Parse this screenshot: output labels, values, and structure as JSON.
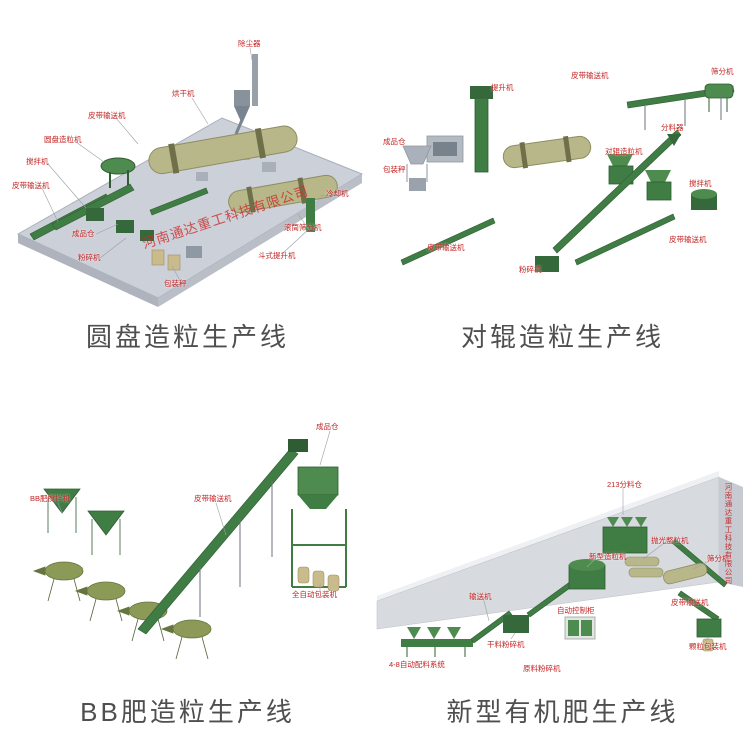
{
  "watermark": {
    "company": "河南通达重工科技有限公司"
  },
  "colors": {
    "machine_green": "#3f7d44",
    "drum_olive": "#b7b78a",
    "platform_gray": "#ccd0d8",
    "label_red": "#c32222",
    "caption_gray": "#4f4f4f",
    "watermark_red": "#cd2d2d"
  },
  "panels": [
    {
      "id": "disc-granulation-line",
      "caption": "圆盘造粒生产线",
      "labels": [
        {
          "text": "除尘器"
        },
        {
          "text": "烘干机"
        },
        {
          "text": "皮带输送机"
        },
        {
          "text": "圆盘造粒机"
        },
        {
          "text": "搅拌机"
        },
        {
          "text": "皮带输送机"
        },
        {
          "text": "成品仓"
        },
        {
          "text": "粉碎机"
        },
        {
          "text": "包装秤"
        },
        {
          "text": "冷却机"
        },
        {
          "text": "滚筒筛分机"
        },
        {
          "text": "斗式提升机"
        }
      ]
    },
    {
      "id": "roller-granulation-line",
      "caption": "对辊造粒生产线",
      "labels": [
        {
          "text": "提升机"
        },
        {
          "text": "皮带输送机"
        },
        {
          "text": "筛分机"
        },
        {
          "text": "分料器"
        },
        {
          "text": "成品仓"
        },
        {
          "text": "包装秤"
        },
        {
          "text": "对辊造粒机"
        },
        {
          "text": "搅拌机"
        },
        {
          "text": "皮带输送机"
        },
        {
          "text": "粉碎机"
        },
        {
          "text": "皮带输送机"
        }
      ]
    },
    {
      "id": "bb-fertilizer-line",
      "caption": "BB肥造粒生产线",
      "labels": [
        {
          "text": "BB肥搅拌机"
        },
        {
          "text": "皮带输送机"
        },
        {
          "text": "成品仓"
        },
        {
          "text": "全自动包装机"
        }
      ]
    },
    {
      "id": "organic-fertilizer-line",
      "caption": "新型有机肥生产线",
      "labels": [
        {
          "text": "213分料仓"
        },
        {
          "text": "输送机"
        },
        {
          "text": "干料粉碎机"
        },
        {
          "text": "4-8自动配料系统"
        },
        {
          "text": "原料粉碎机"
        },
        {
          "text": "新型造粒机"
        },
        {
          "text": "抛光整粒机"
        },
        {
          "text": "筛分机"
        },
        {
          "text": "皮带输送机"
        },
        {
          "text": "颗粒包装机"
        },
        {
          "text": "自动控制柜"
        }
      ]
    }
  ]
}
